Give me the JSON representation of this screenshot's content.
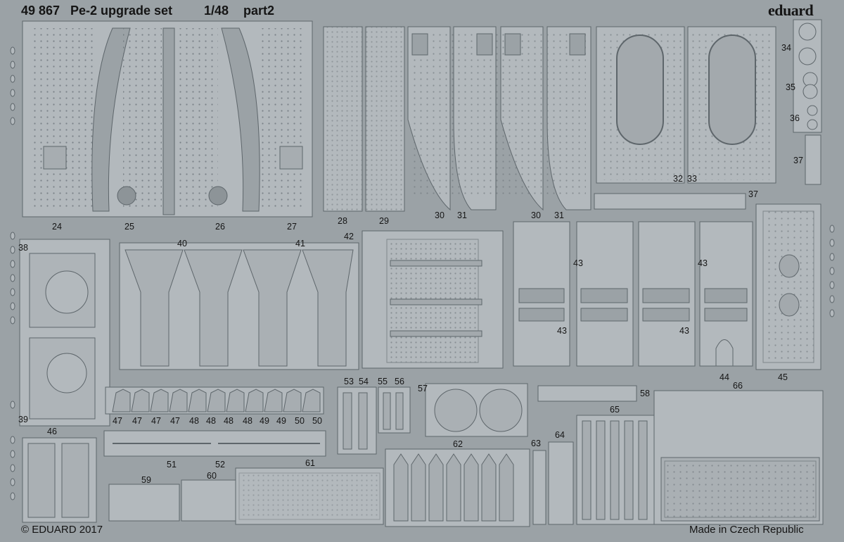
{
  "header": {
    "set_number": "49 867",
    "title": "Pe-2 upgrade set",
    "scale": "1/48",
    "part": "part2"
  },
  "brand": {
    "logo_text": "eduard"
  },
  "footer": {
    "copyright": "© EDUARD 2017",
    "origin": "Made in Czech Republic"
  },
  "part_labels": [
    "24",
    "25",
    "26",
    "27",
    "28",
    "29",
    "30",
    "31",
    "30",
    "31",
    "32",
    "33",
    "34",
    "35",
    "36",
    "37",
    "37",
    "38",
    "39",
    "40",
    "41",
    "42",
    "43",
    "43",
    "43",
    "43",
    "44",
    "45",
    "46",
    "47",
    "47",
    "47",
    "47",
    "48",
    "48",
    "48",
    "48",
    "49",
    "49",
    "50",
    "50",
    "51",
    "52",
    "53",
    "54",
    "55",
    "56",
    "57",
    "58",
    "59",
    "60",
    "61",
    "62",
    "63",
    "64",
    "65",
    "66"
  ],
  "colors": {
    "background": "#9ba2a6",
    "part_fill": "#b3b9bd",
    "part_outline": "#5e666b",
    "text": "#151515"
  }
}
